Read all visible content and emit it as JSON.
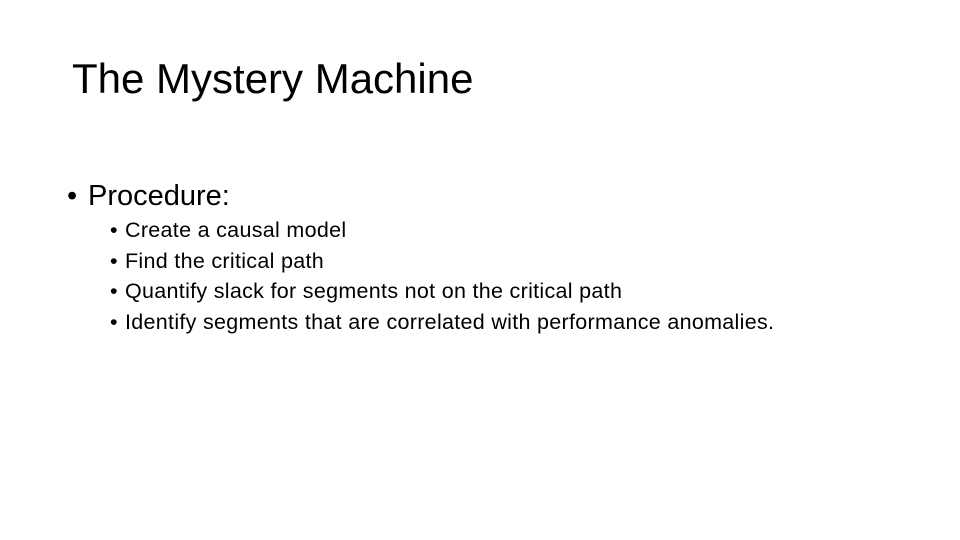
{
  "slide": {
    "title": "The Mystery Machine",
    "bullet": {
      "marker": "•",
      "label": "Procedure:"
    },
    "sub_bullets": [
      {
        "marker": "•",
        "text": "Create a causal model"
      },
      {
        "marker": "•",
        "text": "Find the critical path"
      },
      {
        "marker": "•",
        "text": "Quantify slack for segments not on the critical path"
      },
      {
        "marker": "•",
        "text": "Identify segments that are correlated with performance anomalies."
      }
    ],
    "colors": {
      "background": "#ffffff",
      "text": "#000000"
    }
  }
}
